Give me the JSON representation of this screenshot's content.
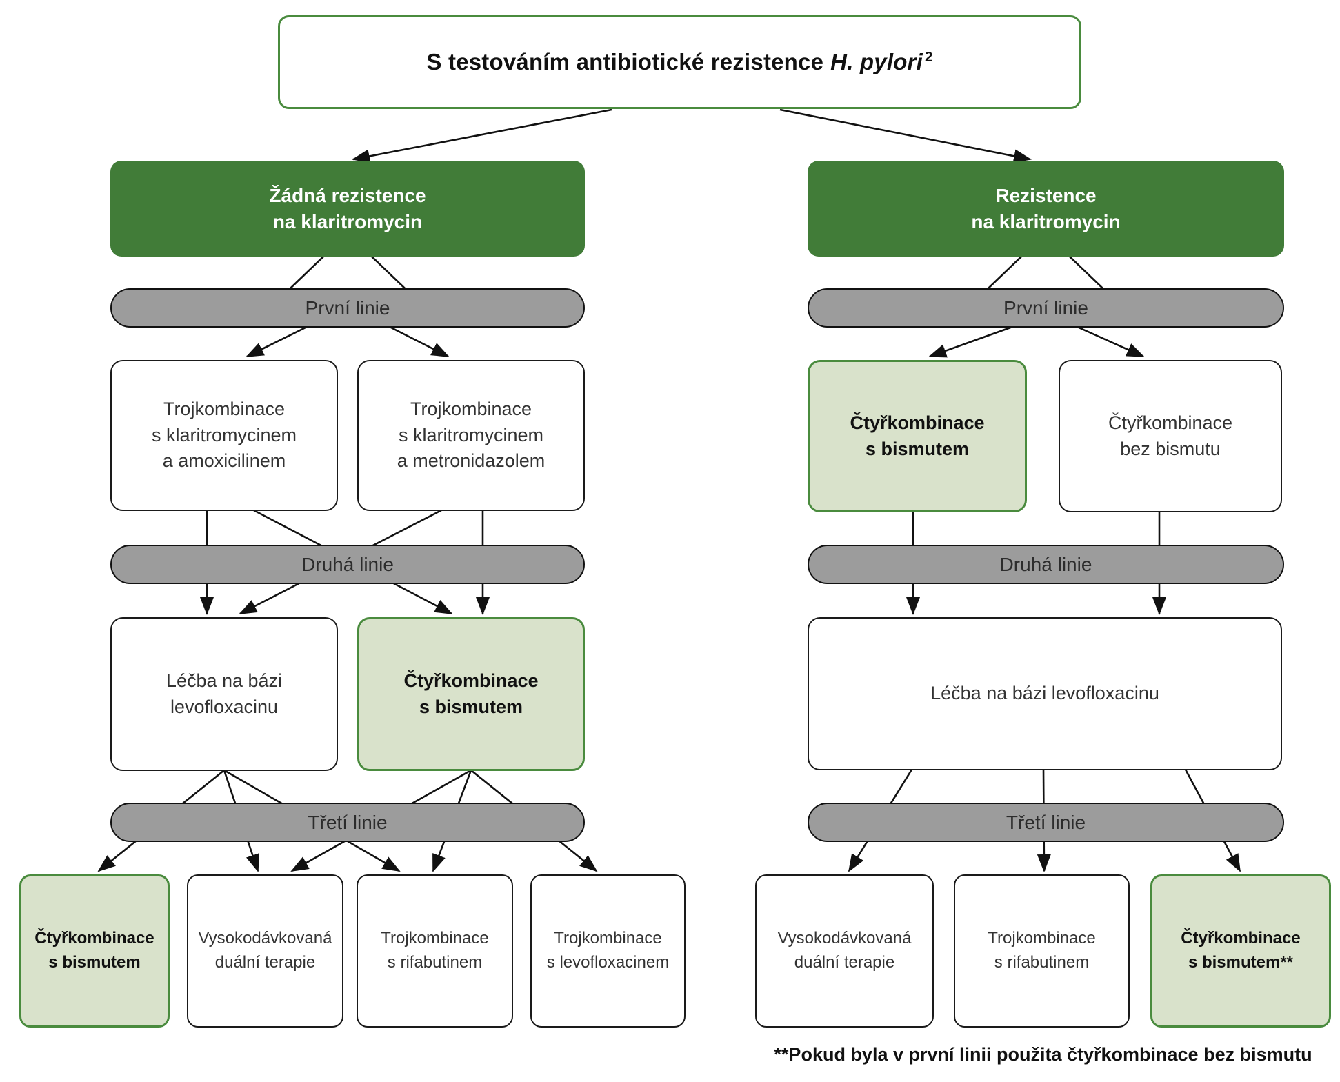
{
  "title": {
    "text": "S testováním antibiotické rezistence",
    "pathogen": "H. pylori",
    "reference": "2"
  },
  "colors": {
    "dark_green": "#417C38",
    "light_green_fill": "#D9E2CB",
    "green_border": "#4A8B3E",
    "pill_gray": "#9C9C9C",
    "line_black": "#111111"
  },
  "left": {
    "header": "Žádná rezistence\nna klaritromycin",
    "pills": [
      "První linie",
      "Druhá linie",
      "Třetí linie"
    ],
    "first_line": [
      "Trojkombinace\ns klaritromycinem\na amoxicilinem",
      "Trojkombinace\ns klaritromycinem\na metronidazolem"
    ],
    "second_line": [
      "Léčba na bázi\nlevofloxacinu",
      "Čtyřkombinace\ns bismutem"
    ],
    "third_line": [
      "Čtyřkombinace\ns bismutem",
      "Vysokodávkovaná\nduální terapie",
      "Trojkombinace\ns rifabutinem",
      "Trojkombinace\ns levofloxacinem"
    ]
  },
  "right": {
    "header": "Rezistence\nna klaritromycin",
    "pills": [
      "První linie",
      "Druhá linie",
      "Třetí linie"
    ],
    "first_line": [
      "Čtyřkombinace\ns bismutem",
      "Čtyřkombinace\nbez bismutu"
    ],
    "second_line": [
      "Léčba na bázi levofloxacinu"
    ],
    "third_line": [
      "Vysokodávkovaná\nduální terapie",
      "Trojkombinace\ns rifabutinem",
      "Čtyřkombinace\ns bismutem**"
    ]
  },
  "footnote": "**Pokud byla v první linii použita čtyřkombinace bez bismutu"
}
